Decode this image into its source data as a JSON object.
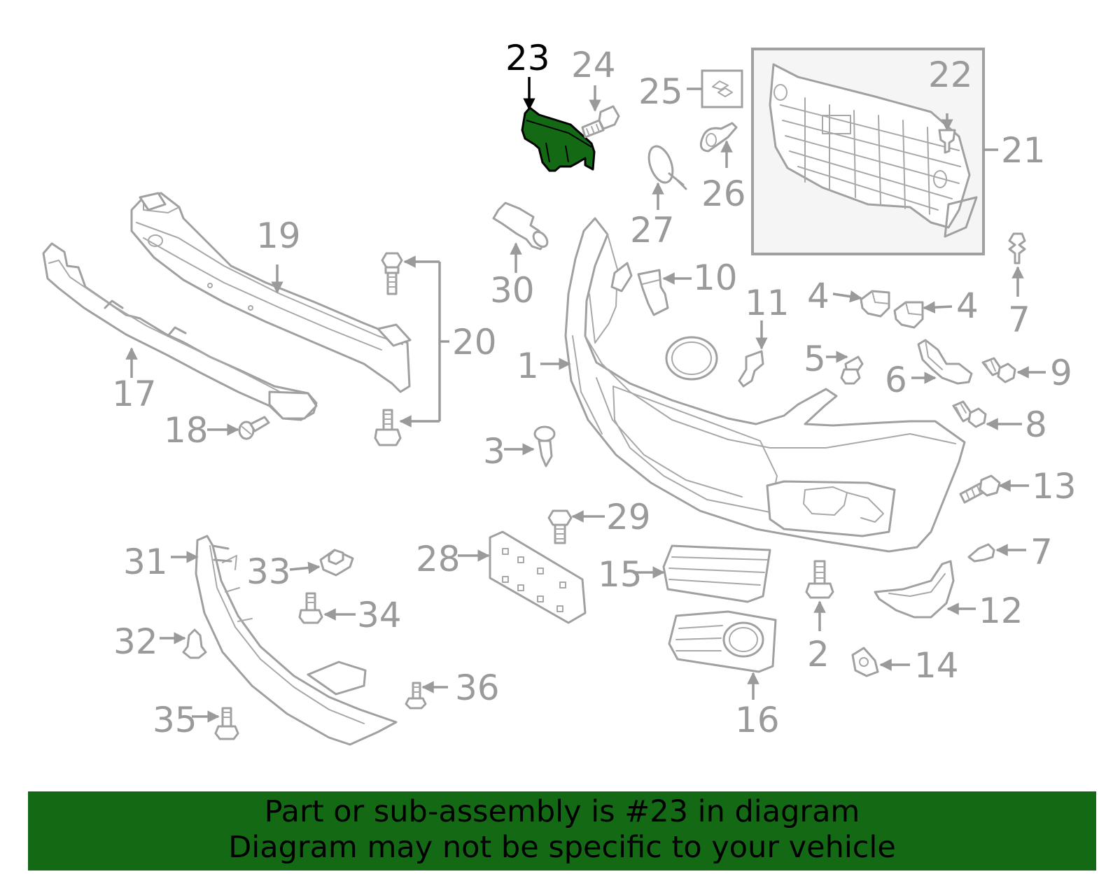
{
  "highlight_color": "#146a14",
  "line_color": "#a0a0a0",
  "highlighted_part": "23",
  "callouts": {
    "c1": "1",
    "c2": "2",
    "c3": "3",
    "c4a": "4",
    "c4b": "4",
    "c5": "5",
    "c6": "6",
    "c7a": "7",
    "c7b": "7",
    "c8": "8",
    "c9": "9",
    "c10": "10",
    "c11": "11",
    "c12": "12",
    "c13": "13",
    "c14": "14",
    "c15": "15",
    "c16": "16",
    "c17": "17",
    "c18": "18",
    "c19": "19",
    "c20": "20",
    "c21": "21",
    "c22": "22",
    "c23": "23",
    "c24": "24",
    "c25": "25",
    "c26": "26",
    "c27": "27",
    "c28": "28",
    "c29": "29",
    "c30": "30",
    "c31": "31",
    "c32": "32",
    "c33": "33",
    "c34": "34",
    "c35": "35",
    "c36": "36"
  },
  "footer": {
    "line1": "Part or sub-assembly is #23 in diagram",
    "line2": "Diagram may not be specific to your vehicle"
  }
}
